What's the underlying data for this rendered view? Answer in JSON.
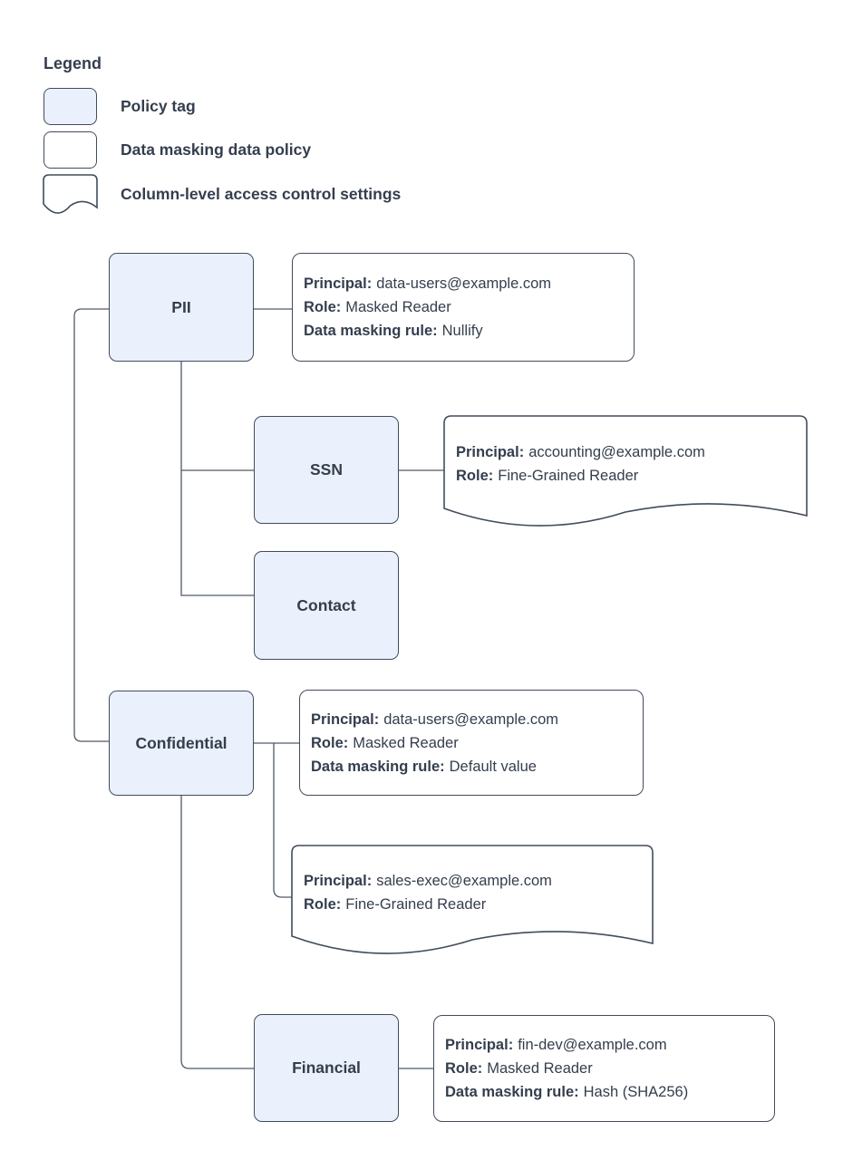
{
  "colors": {
    "policy_tag_fill": "#eaf1fc",
    "policy_box_fill": "#ffffff",
    "border": "#414c5b",
    "connector": "#4f5a68",
    "text": "#343e4d"
  },
  "legend": {
    "title": "Legend",
    "items": [
      {
        "swatch": "policy-tag",
        "label": "Policy tag"
      },
      {
        "swatch": "data-masking-policy",
        "label": "Data masking data policy"
      },
      {
        "swatch": "column-access-settings",
        "label": "Column-level access control settings"
      }
    ]
  },
  "nodes": {
    "pii": {
      "label": "PII"
    },
    "ssn": {
      "label": "SSN"
    },
    "contact": {
      "label": "Contact"
    },
    "confidential": {
      "label": "Confidential"
    },
    "financial": {
      "label": "Financial"
    }
  },
  "policies": {
    "pii_masking": {
      "lines": [
        {
          "label": "Principal:",
          "value": "data-users@example.com"
        },
        {
          "label": "Role:",
          "value": "Masked Reader"
        },
        {
          "label": "Data masking rule:",
          "value": "Nullify"
        }
      ]
    },
    "ssn_access": {
      "lines": [
        {
          "label": "Principal:",
          "value": "accounting@example.com"
        },
        {
          "label": "Role:",
          "value": "Fine-Grained Reader"
        }
      ]
    },
    "confidential_masking": {
      "lines": [
        {
          "label": "Principal:",
          "value": "data-users@example.com"
        },
        {
          "label": "Role:",
          "value": "Masked Reader"
        },
        {
          "label": "Data masking rule:",
          "value": "Default value"
        }
      ]
    },
    "confidential_access": {
      "lines": [
        {
          "label": "Principal:",
          "value": "sales-exec@example.com"
        },
        {
          "label": "Role:",
          "value": "Fine-Grained Reader"
        }
      ]
    },
    "financial_masking": {
      "lines": [
        {
          "label": "Principal:",
          "value": "fin-dev@example.com"
        },
        {
          "label": "Role:",
          "value": "Masked Reader"
        },
        {
          "label": "Data masking rule:",
          "value": "Hash (SHA256)"
        }
      ]
    }
  }
}
